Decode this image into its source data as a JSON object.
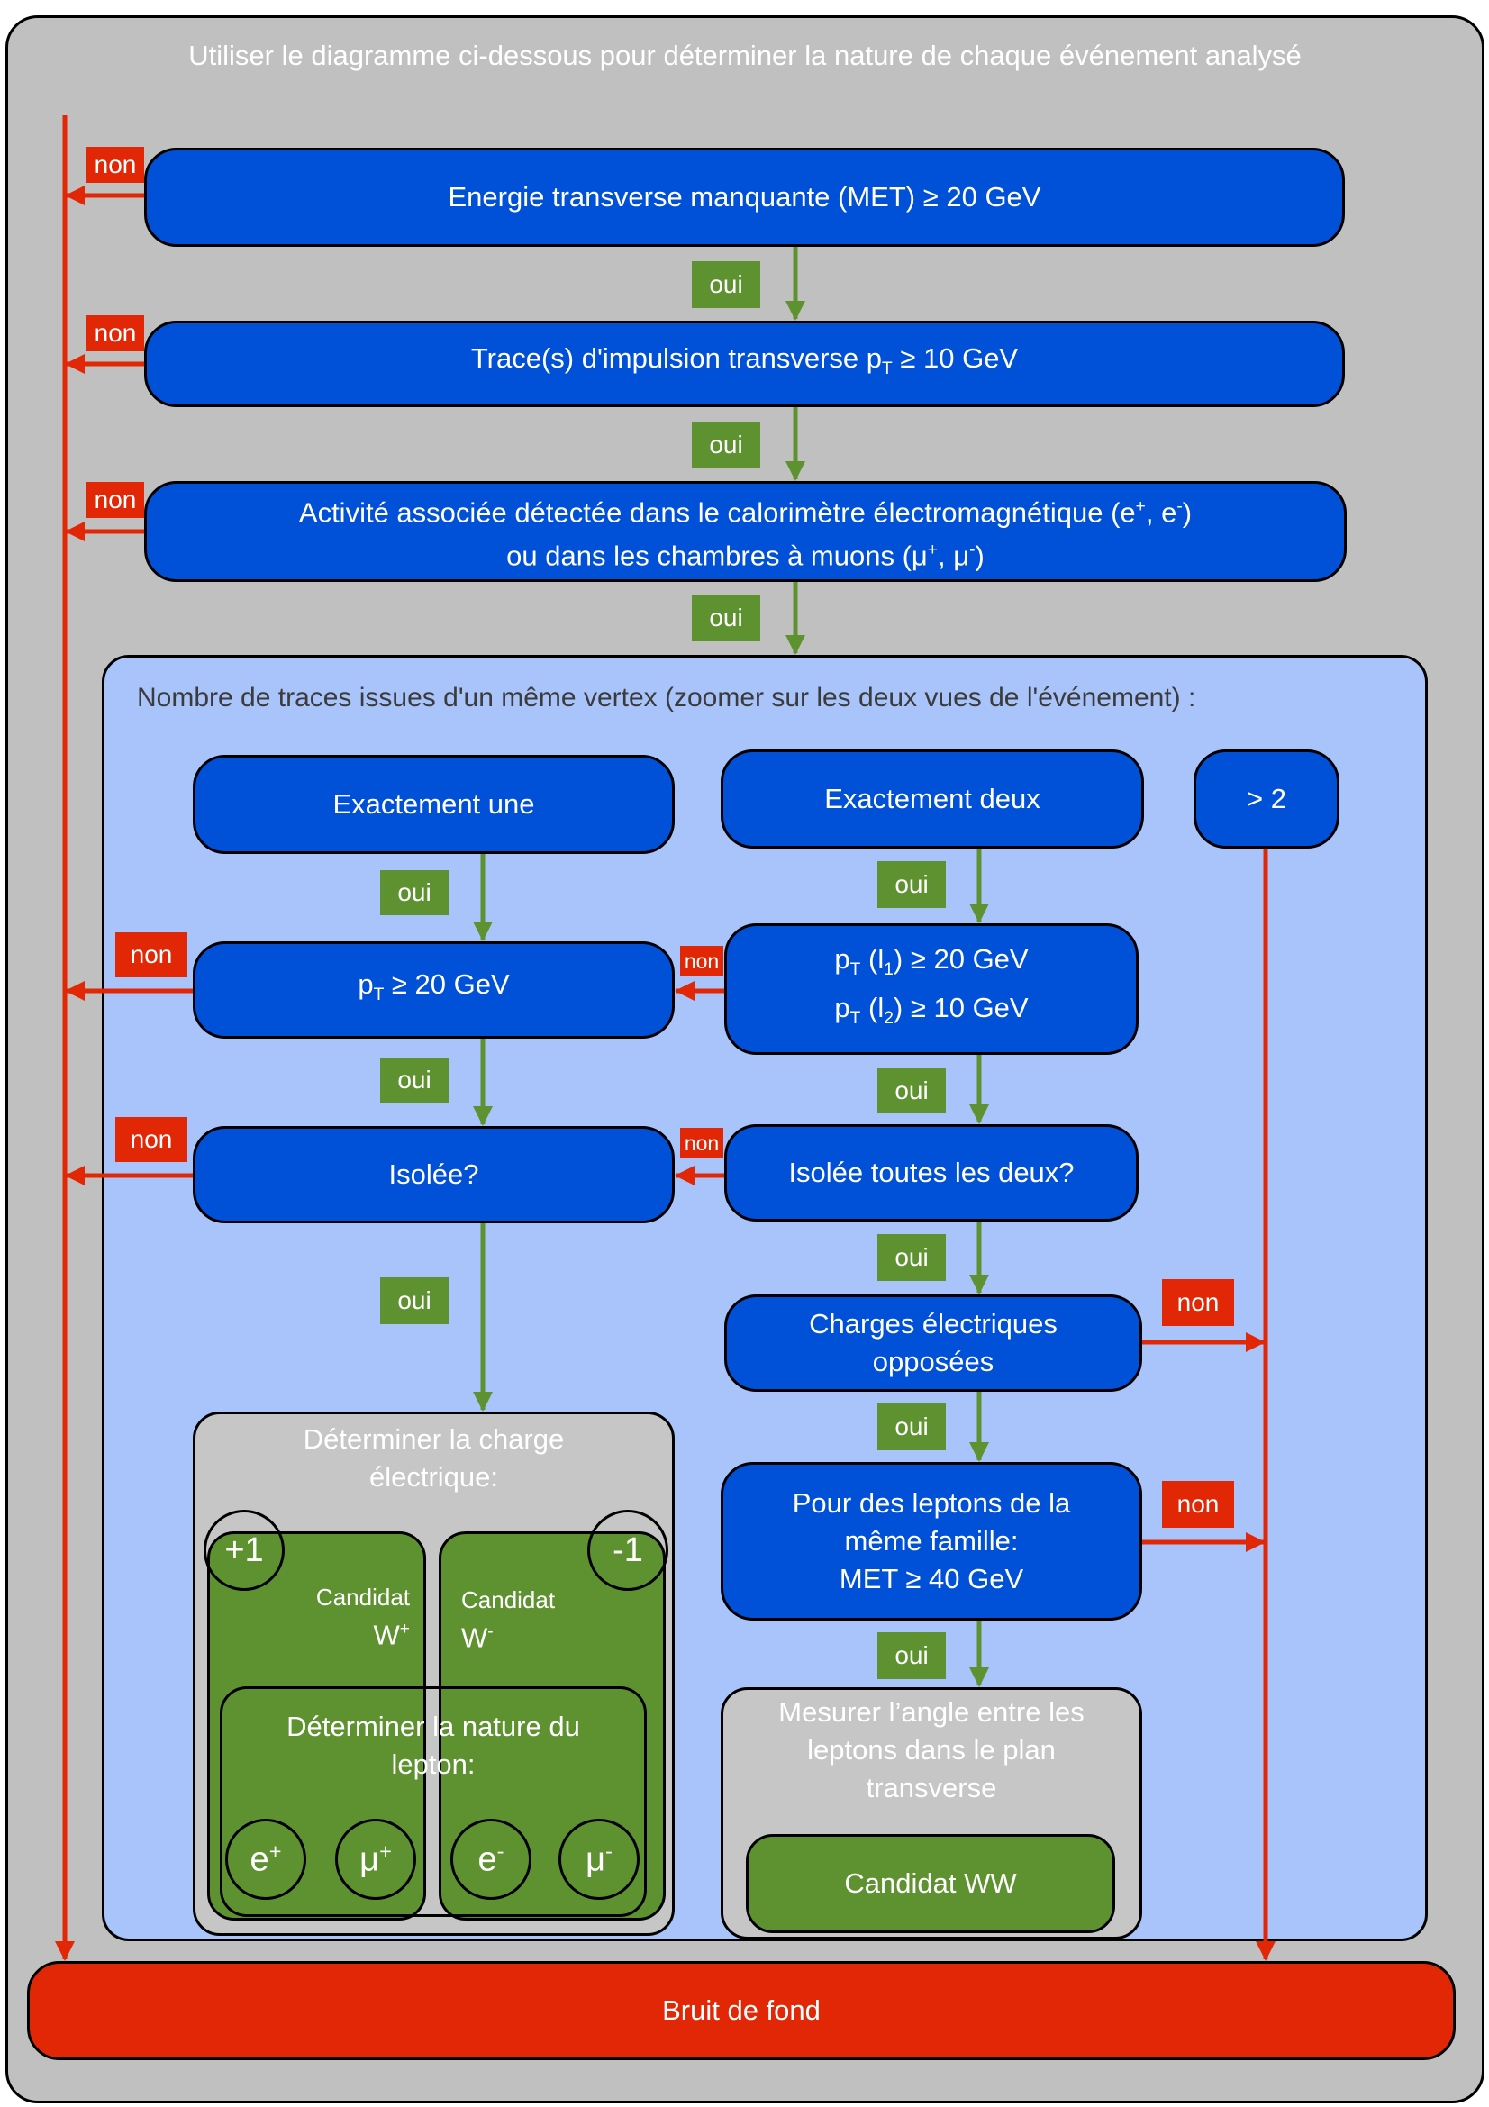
{
  "header": "Utiliser le diagramme ci-dessous pour déterminer la nature de chaque événement analysé",
  "steps": {
    "met": "Energie transverse manquante (MET) ≥ 20 GeV",
    "trace_pre": "Trace(s) d'impulsion transverse p",
    "trace_sub": "T",
    "trace_post": " ≥ 10 GeV",
    "activity_line1_pre": "Activité associée détectée dans le calorimètre électromagnétique (e",
    "activity_line1_sup1": "+",
    "activity_line1_mid": ", e",
    "activity_line1_sup2": "-",
    "activity_line1_post": ")",
    "activity_line2_pre": "ou dans les chambres à muons (μ",
    "activity_line2_sup1": "+",
    "activity_line2_mid": ", μ",
    "activity_line2_sup2": "-",
    "activity_line2_post": ")"
  },
  "vertex_title": "Nombre de traces issues d'un même vertex (zoomer sur les deux vues de l'événement) :",
  "branches": {
    "one": "Exactement une",
    "two": "Exactement deux",
    "more": "> 2"
  },
  "left": {
    "pt_pre": "p",
    "pt_sub": "T",
    "pt_post": " ≥ 20 GeV",
    "isolated": "Isolée?",
    "charge_line1": "Déterminer la charge",
    "charge_line2": "électrique:",
    "plus": "+1",
    "minus": "-1",
    "cand_w_plus_line1": "Candidat",
    "cand_w_plus_line2": "W",
    "cand_w_plus_sup": "+",
    "cand_w_minus_line1": "Candidat",
    "cand_w_minus_line2": "W",
    "cand_w_minus_sup": "-",
    "nature_line1": "Déterminer la nature du",
    "nature_line2": "lepton:",
    "leptons": [
      {
        "sym": "e",
        "sup": "+"
      },
      {
        "sym": "μ",
        "sup": "+"
      },
      {
        "sym": "e",
        "sup": "-"
      },
      {
        "sym": "μ",
        "sup": "-"
      }
    ]
  },
  "right": {
    "pt1_pre": "p",
    "pt1_sub": "T",
    "pt1_mid": " (l",
    "pt1_sub2": "1",
    "pt1_post": ") ≥ 20 GeV",
    "pt2_pre": "p",
    "pt2_sub": "T",
    "pt2_mid": " (l",
    "pt2_sub2": "2",
    "pt2_post": ") ≥ 10 GeV",
    "isolated_both": "Isolée toutes les deux?",
    "charges_line1": "Charges électriques",
    "charges_line2": "opposées",
    "family_line1": "Pour des leptons de la",
    "family_line2": "même famille:",
    "family_line3": "MET ≥ 40 GeV",
    "angle_line1": "Mesurer l’angle entre les",
    "angle_line2": "leptons dans le plan",
    "angle_line3": "transverse",
    "candidate_ww": "Candidat WW"
  },
  "background": "Bruit de fond",
  "labels": {
    "yes": "oui",
    "no": "non"
  },
  "colors": {
    "box_blue": "#0050d8",
    "frame_gray": "#c0c0c0",
    "inner_blue": "#a9c4fb",
    "green": "#5e9230",
    "red": "#e12705",
    "arrow_green": "#5e9230",
    "arrow_red": "#e12705"
  }
}
